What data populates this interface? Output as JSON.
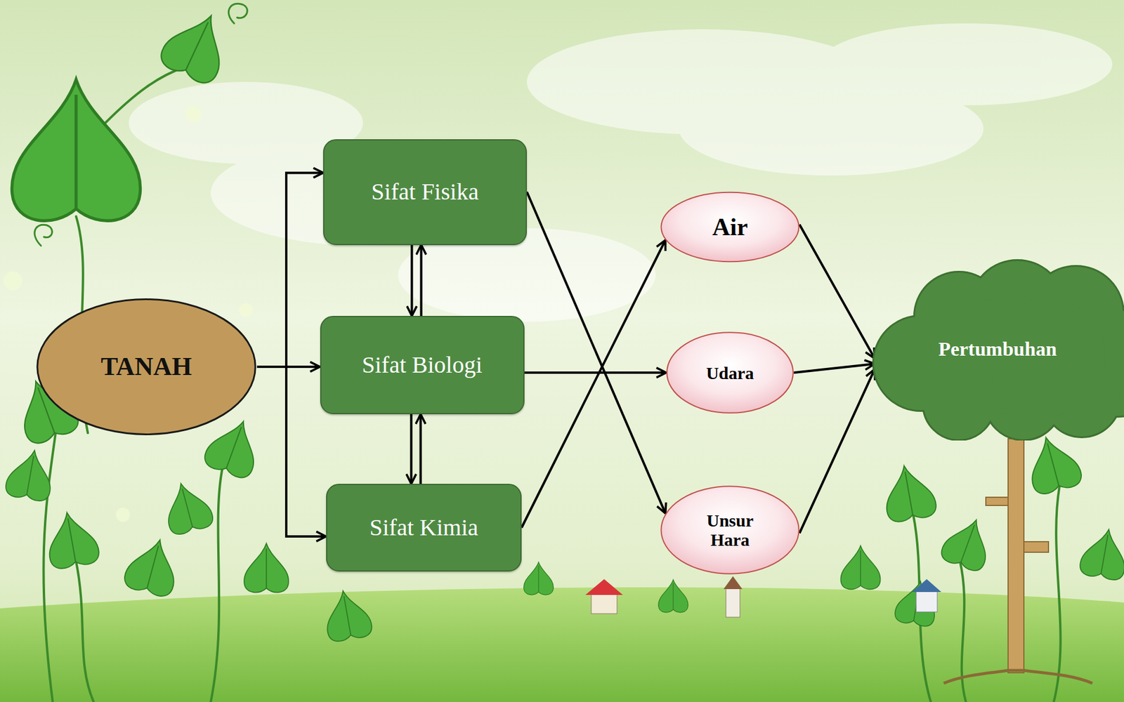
{
  "diagram": {
    "nodes": [
      {
        "text": [
          "TANAH"
        ]
      },
      {
        "text": [
          "Sifat Fisika"
        ]
      },
      {
        "text": [
          "Sifat Biologi"
        ]
      },
      {
        "text": [
          "Sifat Kimia"
        ]
      },
      {
        "text": [
          "Air"
        ]
      },
      {
        "text": [
          "Udara"
        ]
      },
      {
        "text": [
          "Unsur Hara"
        ]
      },
      {
        "text": [
          "Pertumbuhan"
        ]
      }
    ],
    "edges": [
      {
        "from": 0,
        "to": 1,
        "arrow": "to"
      },
      {
        "from": 0,
        "to": 2,
        "arrow": "to"
      },
      {
        "from": 0,
        "to": 3,
        "arrow": "to"
      },
      {
        "from": 1,
        "to": 2,
        "arrow": "to"
      },
      {
        "from": 2,
        "to": 1,
        "arrow": "to"
      },
      {
        "from": 2,
        "to": 3,
        "arrow": "to"
      },
      {
        "from": 3,
        "to": 2,
        "arrow": "to"
      },
      {
        "from": 1,
        "to": 6,
        "arrow": "to"
      },
      {
        "from": 2,
        "to": 5,
        "arrow": "to"
      },
      {
        "from": 3,
        "to": 4,
        "arrow": "to"
      },
      {
        "from": 4,
        "to": 7,
        "arrow": "to"
      },
      {
        "from": 5,
        "to": 7,
        "arrow": "to"
      },
      {
        "from": 6,
        "to": 7,
        "arrow": "to"
      }
    ]
  }
}
